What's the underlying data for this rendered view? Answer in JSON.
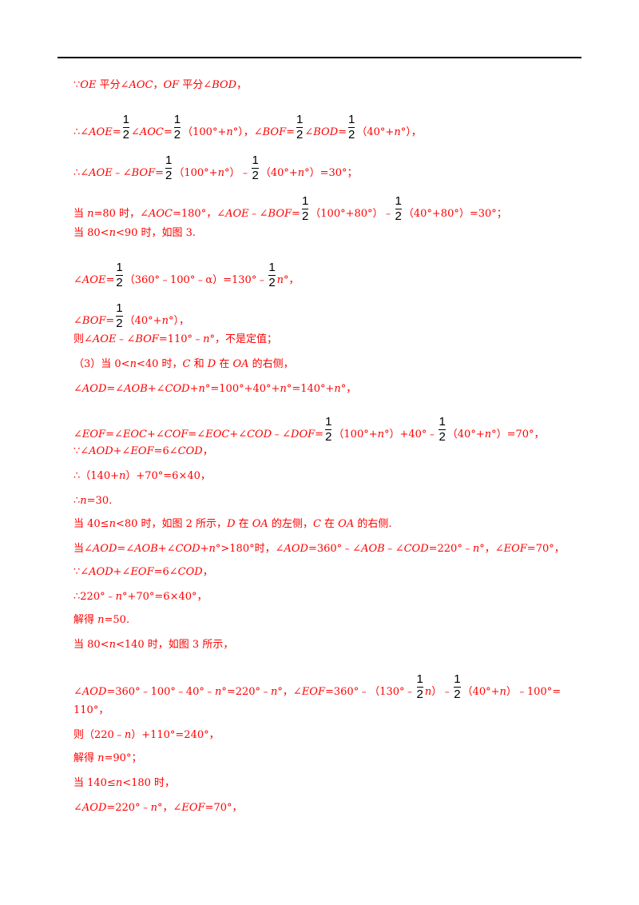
{
  "lines": [
    "∵OE平分∠AOC，OF平分∠BOD，",
    "∴∠AOE=½∠AOC=½（100°+n°），∠BOF=½∠BOD=½（40°+n°），",
    "∴∠AOE﹣∠BOF=½（100°+n°）﹣½（40°+n°）=30°；",
    "当n=80时，∠AOC=180°，∠AOE﹣∠BOF=½（100°+80°）﹣½（40°+80°）=30°；",
    "当80<n<90时，如图3.",
    "∠AOE=½（360°﹣100°﹣α）=130°﹣½n°，",
    "∠BOF=½（40°+n°），",
    "则∠AOE﹣∠BOF=110°﹣n°，不是定值；",
    "（3）当0<n<40时，C和D在OA的右侧，",
    "∠AOD=∠AOB+∠COD+n°=100°+40°+n°=140°+n°，",
    "∠EOF=∠EOC+∠COF=∠EOC+∠COD﹣∠DOF=½（100°+n°）+40°﹣½（40°+n°）=70°，",
    "∵∠AOD+∠EOF=6∠COD，",
    "∴（140+n）+70°=6×40，",
    "∴n=30.",
    "当40≤n<80时，如图2所示，D在OA的左侧，C在OA的右侧.",
    "当∠AOD=∠AOB+∠COD+n°>180°时，∠AOD=360°﹣∠AOB﹣∠COD=220°﹣n°，∠EOF=70°，",
    "∵∠AOD+∠EOF=6∠COD，",
    "∴220°﹣n°+70°=6×40°，",
    "解得n=50.",
    "当80<n<140时，如图3所示，",
    "∠AOD=360°﹣100°﹣40°﹣n°=220°﹣n°，∠EOF=360°﹣（130°﹣½n）﹣½（40°+n）﹣100°=",
    "110°，",
    "则（220﹣n）+110°=240°，",
    "解得n=90°；",
    "当140≤n<180时，",
    "∠AOD=220°﹣n°，∠EOF=70°，"
  ]
}
